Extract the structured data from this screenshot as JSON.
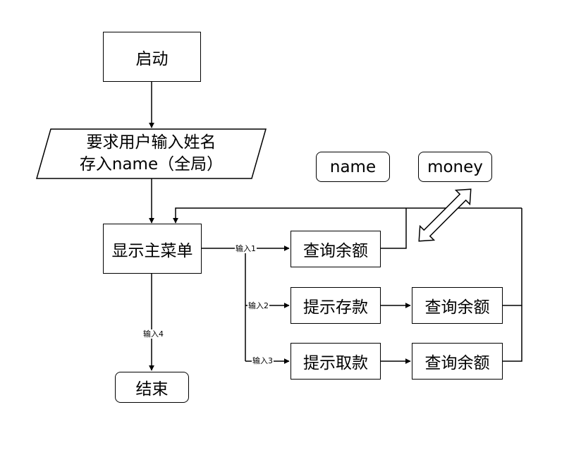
{
  "nodes": {
    "start": "启动",
    "input_name_line1": "要求用户输入姓名",
    "input_name_line2": "存入name（全局）",
    "main_menu": "显示主菜单",
    "query_balance_1": "查询余额",
    "prompt_deposit": "提示存款",
    "query_balance_2": "查询余额",
    "prompt_withdraw": "提示取款",
    "query_balance_3": "查询余额",
    "end": "结束"
  },
  "variables": {
    "name": "name",
    "money": "money"
  },
  "edge_labels": {
    "input1": "输入1",
    "input2": "输入2",
    "input3": "输入3",
    "input4": "输入4"
  },
  "colors": {
    "stroke": "#000000",
    "background": "#ffffff"
  }
}
